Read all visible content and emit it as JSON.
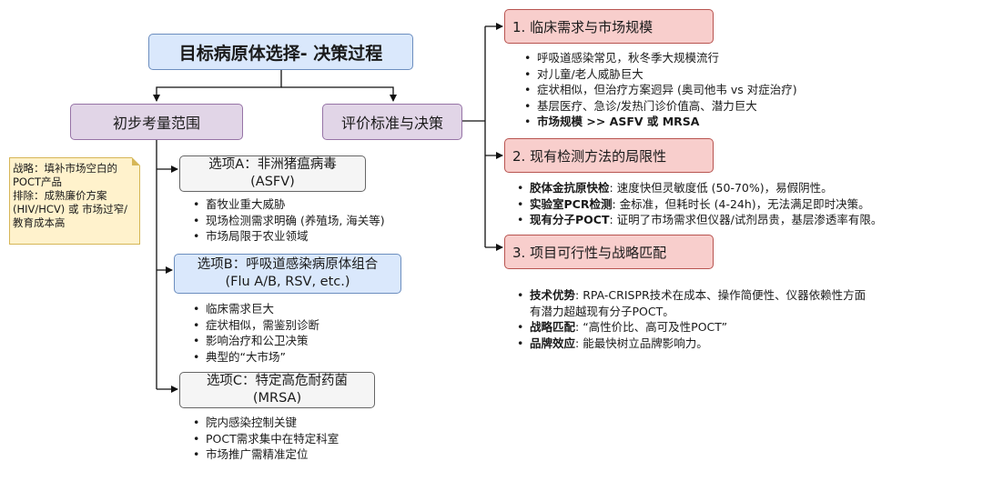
{
  "title": "目标病原体选择- 决策过程",
  "left_category": "初步考量范围",
  "right_category": "评价标准与决策",
  "note": {
    "line1": "战略：填补市场空白的POCT产品",
    "line2": "排除：成熟廉价方案(HIV/HCV) 或 市场过窄/教育成本高"
  },
  "options": [
    {
      "label": "选项A：非洲猪瘟病毒",
      "sub": "(ASFV)",
      "bullets": [
        "畜牧业重大威胁",
        "现场检测需求明确 (养殖场, 海关等)",
        "市场局限于农业领域"
      ]
    },
    {
      "label": "选项B：呼吸道感染病原体组合",
      "sub": "(Flu A/B, RSV, etc.)",
      "bullets": [
        "临床需求巨大",
        "症状相似，需鉴别诊断",
        "影响治疗和公卫决策",
        "典型的“大市场”"
      ]
    },
    {
      "label": "选项C：特定高危耐药菌",
      "sub": "(MRSA)",
      "bullets": [
        "院内感染控制关键",
        "POCT需求集中在特定科室",
        "市场推广需精准定位"
      ]
    }
  ],
  "criteria": [
    {
      "title": "1. 临床需求与市场规模",
      "bullets": [
        "呼吸道感染常见，秋冬季大规模流行",
        "对儿童/老人威胁巨大",
        "症状相似，但治疗方案迥异 (奥司他韦 vs 对症治疗)",
        "基层医疗、急诊/发热门诊价值高、潜力巨大"
      ],
      "bold_bullet": "市场规模 >> ASFV 或 MRSA"
    },
    {
      "title": "2. 现有检测方法的局限性",
      "items": [
        {
          "head": "胶体金抗原快检",
          "text": ": 速度快但灵敏度低 (50-70%)，易假阴性。"
        },
        {
          "head": "实验室PCR检测",
          "text": ": 金标准，但耗时长 (4-24h)，无法满足即时决策。"
        },
        {
          "head": "现有分子POCT",
          "text": ": 证明了市场需求但仪器/试剂昂贵，基层渗透率有限。"
        }
      ]
    },
    {
      "title": "3. 项目可行性与战略匹配",
      "items": [
        {
          "head": "技术优势",
          "text": ": RPA-CRISPR技术在成本、操作简便性、仪器依赖性方面有潜力超越现有分子POCT。"
        },
        {
          "head": "战略匹配",
          "text": ": “高性价比、高可及性POCT”"
        },
        {
          "head": "品牌效应",
          "text": ": 能最快树立品牌影响力。"
        }
      ]
    }
  ],
  "colors": {
    "title_fill": "#dae8fc",
    "category_fill": "#e1d5e7",
    "criteria_fill": "#f8cecc",
    "note_fill": "#fff2cc",
    "option_grey": "#f5f5f5",
    "option_blue": "#dae8fc"
  }
}
